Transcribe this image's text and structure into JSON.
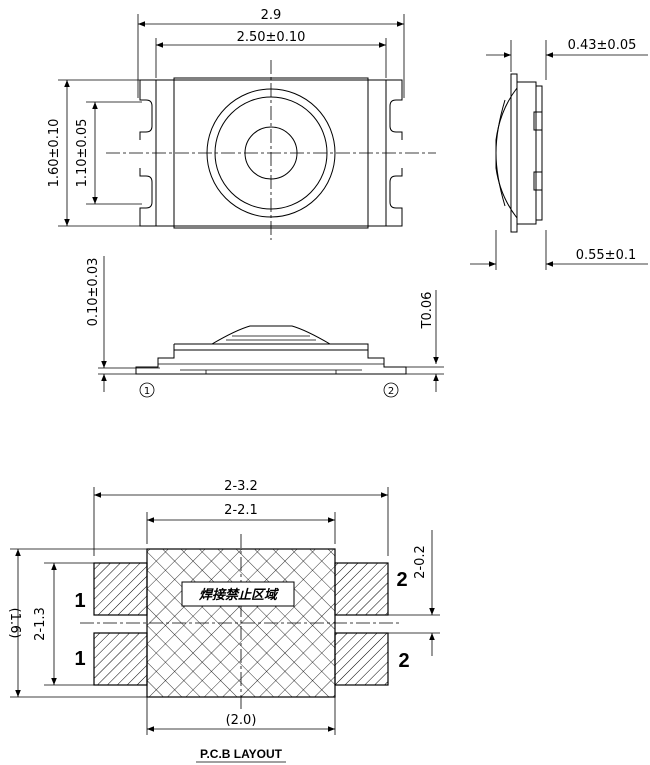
{
  "top_view": {
    "width_overall": "2.9",
    "width_body": "2.50±0.10",
    "height_overall": "1.60±0.10",
    "height_inner": "1.10±0.05"
  },
  "side_view": {
    "thickness_top": "0.43±0.05",
    "thickness_total": "0.55±0.1"
  },
  "front_view": {
    "terminal_thickness": "0.10±0.03",
    "plate_thickness": "T0.06",
    "pin_1": "1",
    "pin_2": "2"
  },
  "pcb_layout": {
    "outer_span": "2-3.2",
    "inner_span": "2-2.1",
    "height_ref": "(1.6)",
    "pad_span": "2-1.3",
    "pad_gap": "2-0.2",
    "width_ref": "(2.0)",
    "keepout_label": "焊接禁止区域",
    "pad_left_top": "1",
    "pad_left_bottom": "1",
    "pad_right_top": "2",
    "pad_right_bottom": "2",
    "caption": "P.C.B LAYOUT"
  }
}
